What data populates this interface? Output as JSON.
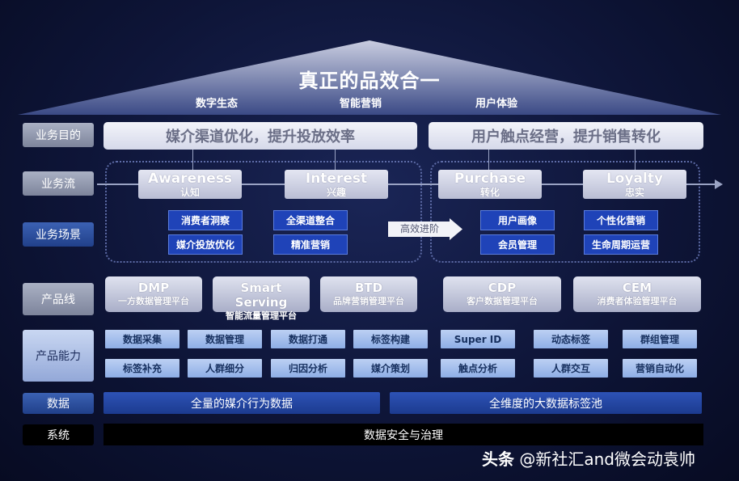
{
  "roof": {
    "title": "真正的品效合一",
    "pillars": [
      "数字生态",
      "智能营销",
      "用户体验"
    ]
  },
  "rows": {
    "goal": "业务目的",
    "flow": "业务流",
    "scene": "业务场景",
    "product": "产品线",
    "capability": "产品能力",
    "data": "数据",
    "system": "系统"
  },
  "goals": [
    "媒介渠道优化，提升投放效率",
    "用户触点经营，提升销售转化"
  ],
  "stages": [
    {
      "en": "Awareness",
      "zh": "认知"
    },
    {
      "en": "Interest",
      "zh": "兴趣"
    },
    {
      "en": "Purchase",
      "zh": "转化"
    },
    {
      "en": "Loyalty",
      "zh": "忠实"
    }
  ],
  "scenarios": [
    [
      "消费者洞察",
      "媒介投放优化"
    ],
    [
      "全渠道整合",
      "精准营销"
    ],
    [
      "用户画像",
      "会员管理"
    ],
    [
      "个性化营销",
      "生命周期运营"
    ]
  ],
  "boost_label": "高效进阶",
  "products": [
    {
      "name": "DMP",
      "desc": "一方数据管理平台"
    },
    {
      "name": "Smart Serving",
      "desc": "智能流量管理平台"
    },
    {
      "name": "BTD",
      "desc": "品牌营销管理平台"
    },
    {
      "name": "CDP",
      "desc": "客户数据管理平台"
    },
    {
      "name": "CEM",
      "desc": "消费者体验管理平台"
    }
  ],
  "capabilities": [
    [
      "数据采集",
      "数据管理",
      "数据打通",
      "标签构建",
      "Super ID",
      "动态标签",
      "群组管理"
    ],
    [
      "标签补充",
      "人群细分",
      "归因分析",
      "媒介策划",
      "触点分析",
      "人群交互",
      "营销自动化"
    ]
  ],
  "data_bars": [
    "全量的媒介行为数据",
    "全维度的大数据标签池"
  ],
  "system_bar": "数据安全与治理",
  "watermark": {
    "brand": "头条",
    "handle": "@新社汇and微会动袁帅"
  }
}
